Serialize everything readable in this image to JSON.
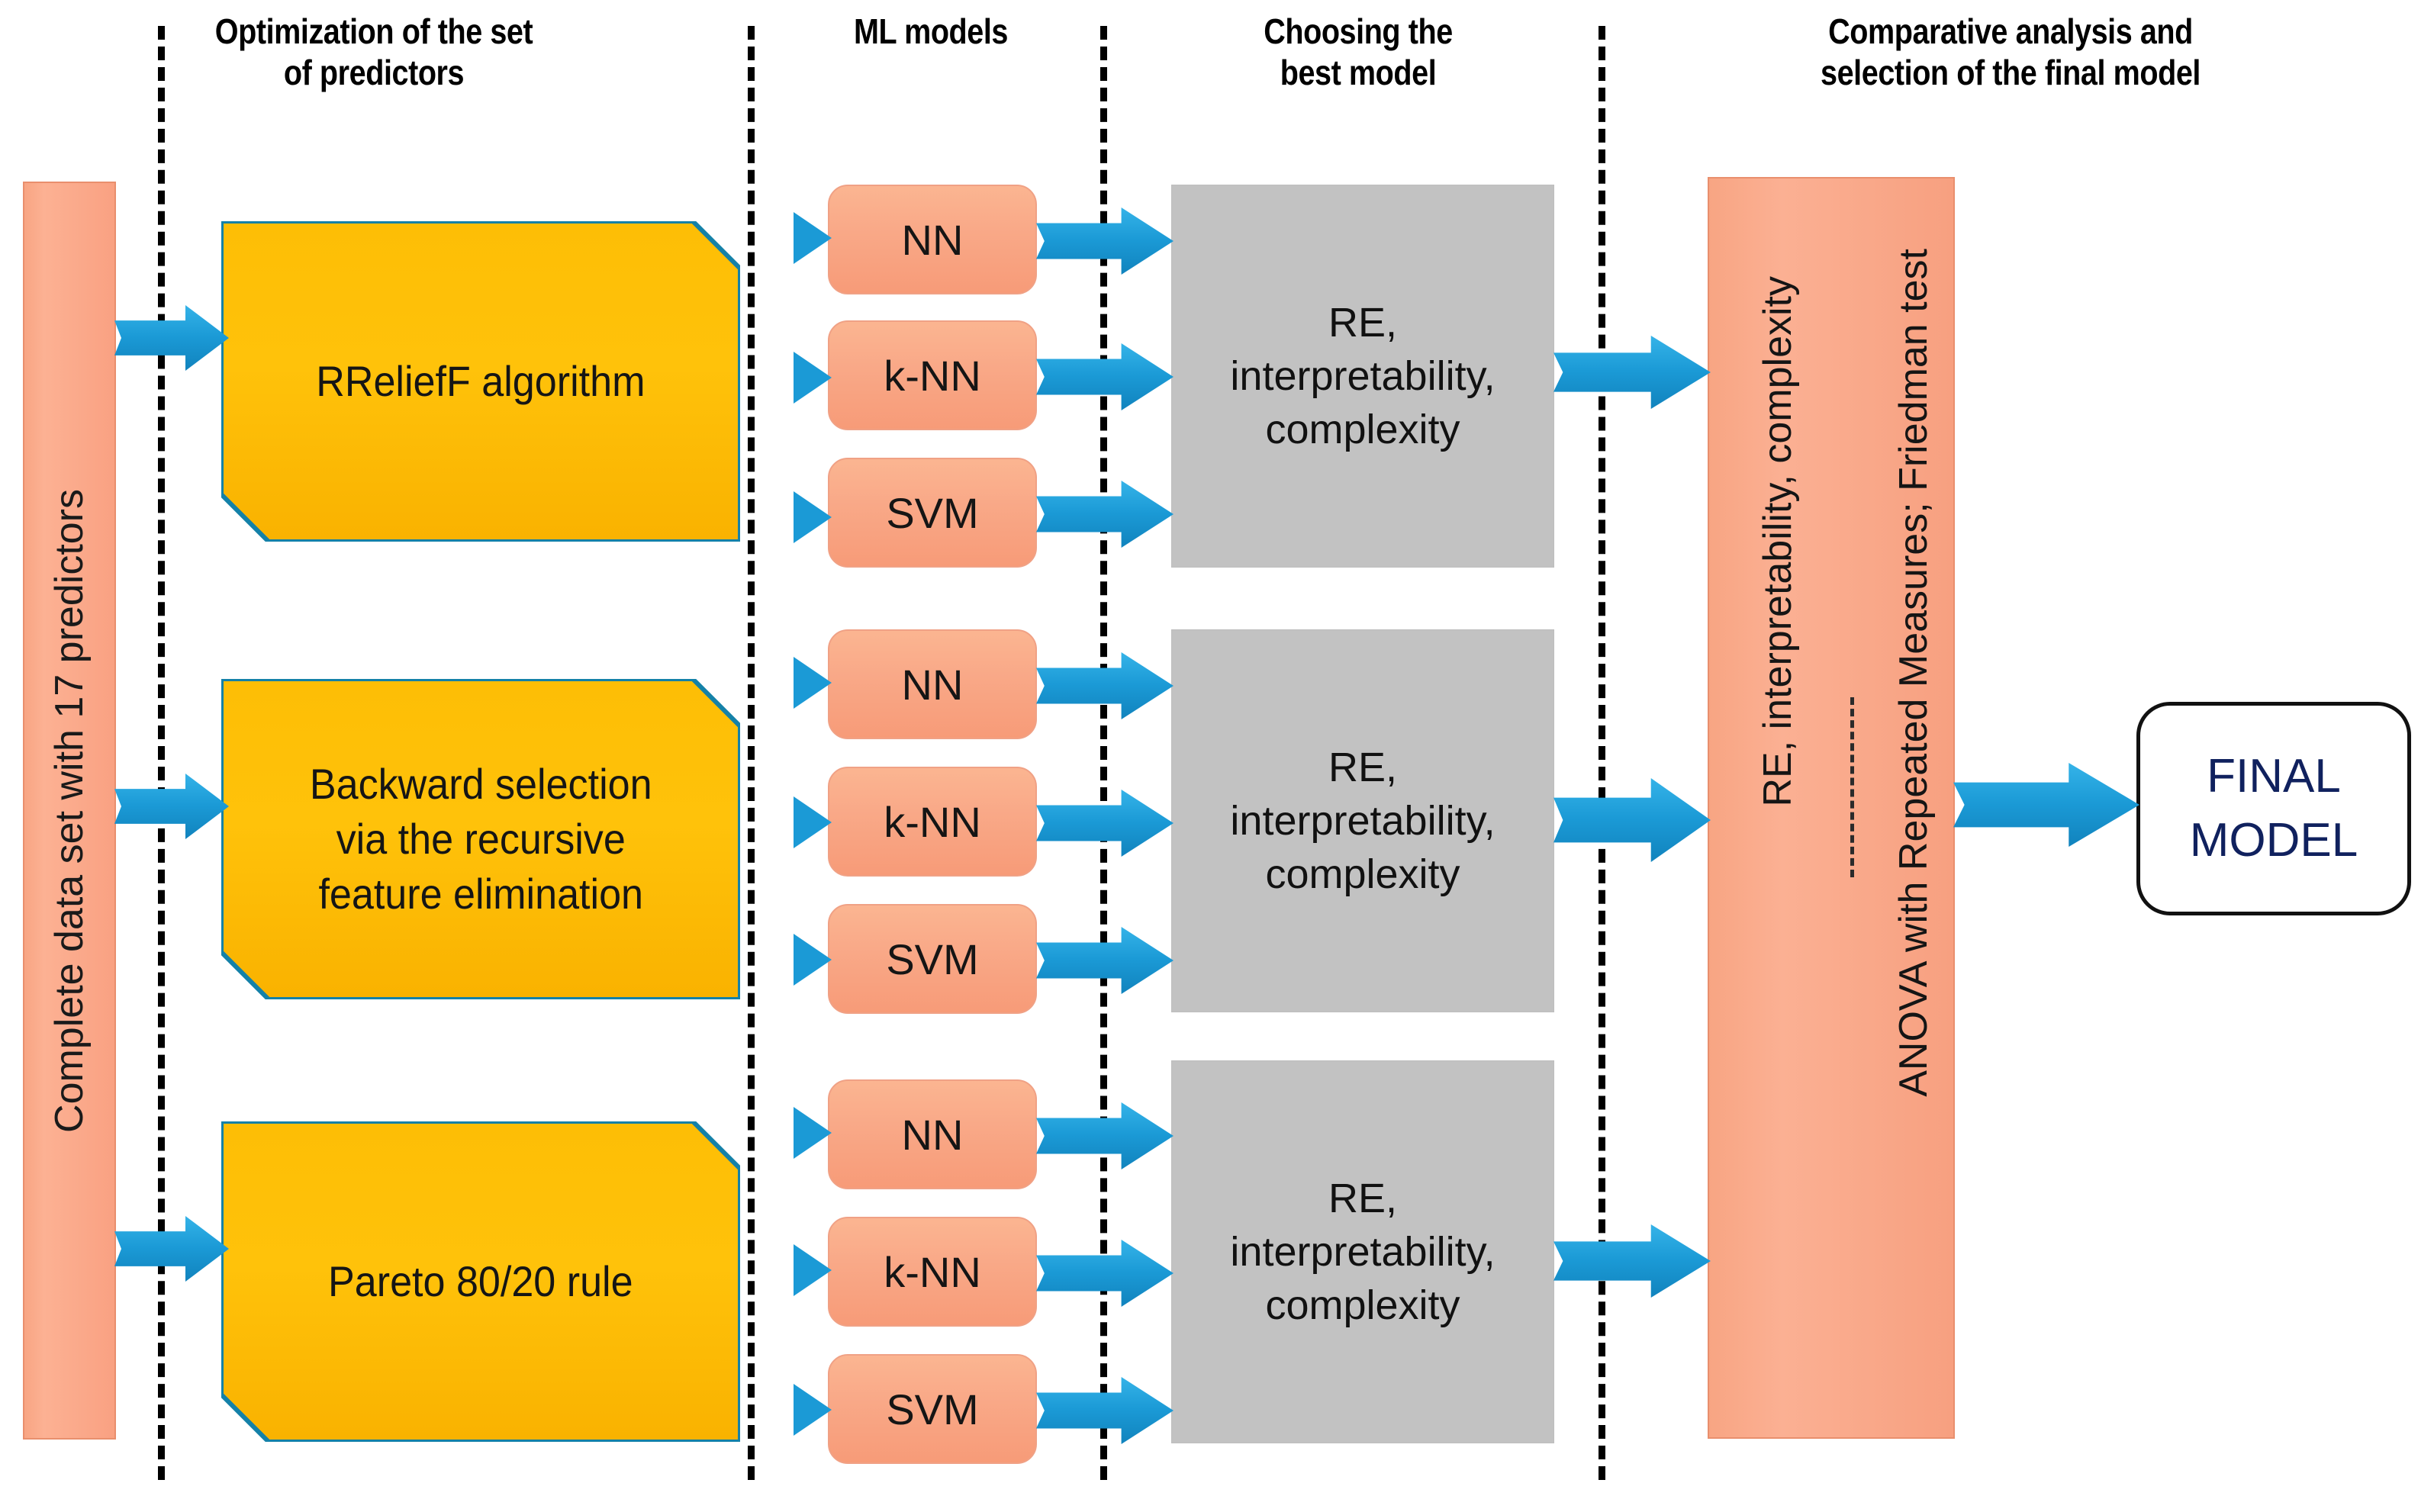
{
  "diagram": {
    "title": "Machine learning model selection workflow",
    "colors": {
      "accent_arrow": "#1b9ad6",
      "process_yellow": "#ffc20a",
      "salmon": "#f9a988",
      "grey": "#c2c2c2",
      "final_text": "#10215e",
      "divider": "#000000"
    },
    "column_headers": [
      {
        "id": "optimization",
        "lines": [
          "Optimization of the set",
          "of predictors"
        ]
      },
      {
        "id": "ml-models",
        "lines": [
          "ML models"
        ]
      },
      {
        "id": "best-model",
        "lines": [
          "Choosing the",
          "best model"
        ]
      },
      {
        "id": "comparative",
        "lines": [
          "Comparative analysis and",
          "selection of the final model"
        ]
      }
    ],
    "input_block": {
      "label": "Complete data set with 17 predictors"
    },
    "feature_selection_blocks": [
      {
        "id": "rrelieff",
        "lines": [
          "RRelieF algorithm"
        ],
        "text": "RReliefF algorithm"
      },
      {
        "id": "backward",
        "lines": [
          "Backward selection",
          "via the recursive",
          "feature elimination"
        ],
        "text": "Backward selection via the recursive feature elimination"
      },
      {
        "id": "pareto",
        "lines": [
          "Pareto 80/20 rule"
        ],
        "text": "Pareto 80/20 rule"
      }
    ],
    "model_labels": [
      "NN",
      "k-NN",
      "SVM"
    ],
    "criteria_block": {
      "lines": [
        "RE,",
        "interpretability,",
        "complexity"
      ],
      "text": "RE, interpretability, complexity"
    },
    "comparison_block": {
      "line_top": "RE, interpretability, complexity",
      "line_bottom": "ANOVA with Repeated Measures; Friedman test"
    },
    "final_block": {
      "line1": "FINAL",
      "line2": "MODEL"
    },
    "icons": {
      "block_arrow": "block-arrow-right-icon",
      "branch_arrow": "branch-arrow-right-icon"
    }
  }
}
